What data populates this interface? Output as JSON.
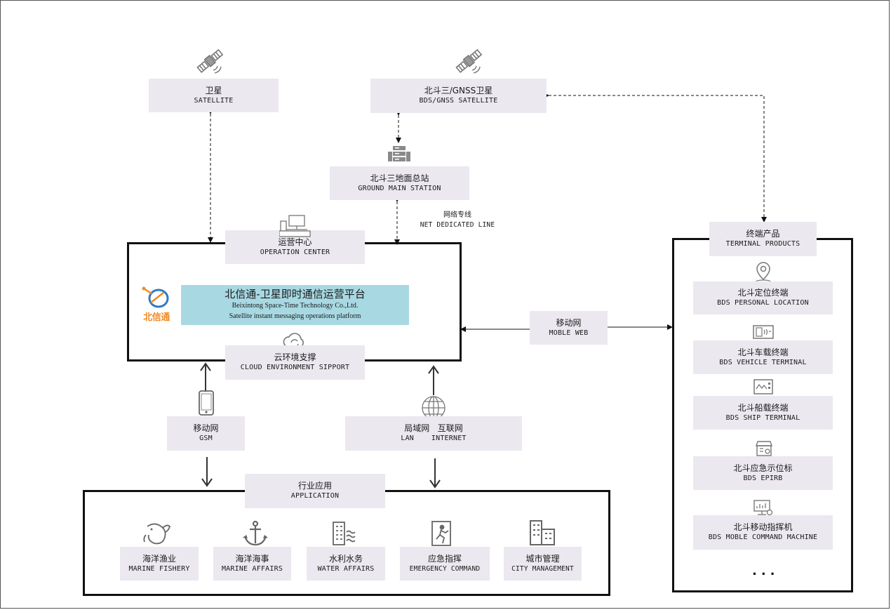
{
  "satellite": {
    "cn": "卫星",
    "en": "SATELLITE"
  },
  "bds_satellite": {
    "cn": "北斗三/GNSS卫星",
    "en": "BDS/GNSS SATELLITE"
  },
  "ground_station": {
    "cn": "北斗三地面总站",
    "en": "GROUND MAIN STATION"
  },
  "net_line": {
    "cn": "网络专线",
    "en": "NET DEDICATED LINE"
  },
  "operation_center": {
    "cn": "运营中心",
    "en": "OPERATION CENTER"
  },
  "platform": {
    "logo_text": "北信通",
    "title": "北信通-卫星即时通信运营平台",
    "subtitle": "Beixintong Space-Time Technology Co.,Ltd.",
    "tagline": "Satellite instant messaging operations platform"
  },
  "cloud": {
    "cn": "云环境支撑",
    "en": "CLOUD ENVIRONMENT SIPPORT"
  },
  "mobile_web": {
    "cn": "移动网",
    "en": "MOBLE WEB"
  },
  "gsm": {
    "cn": "移动网",
    "en": "GSM"
  },
  "lan": {
    "cn": "局域网   互联网",
    "en": "LAN    INTERNET"
  },
  "application": {
    "cn": "行业应用",
    "en": "APPLICATION"
  },
  "apps": [
    {
      "cn": "海洋渔业",
      "en": "MARINE FISHERY",
      "icon": "fish-icon"
    },
    {
      "cn": "海洋海事",
      "en": "MARINE AFFAIRS",
      "icon": "anchor-icon"
    },
    {
      "cn": "水利水务",
      "en": "WATER AFFAIRS",
      "icon": "water-building-icon"
    },
    {
      "cn": "应急指挥",
      "en": "EMERGENCY COMMAND",
      "icon": "emergency-exit-icon"
    },
    {
      "cn": "城市管理",
      "en": "CITY MANAGEMENT",
      "icon": "city-icon"
    }
  ],
  "terminal": {
    "cn": "终端产品",
    "en": "TERMINAL PRODUCTS"
  },
  "terminals": [
    {
      "cn": "北斗定位终端",
      "en": "BDS PERSONAL LOCATION",
      "icon": "location-pin-icon"
    },
    {
      "cn": "北斗车载终端",
      "en": "BDS VEHICLE TERMINAL",
      "icon": "vehicle-terminal-icon"
    },
    {
      "cn": "北斗船载终端",
      "en": "BDS SHIP TERMINAL",
      "icon": "ship-terminal-icon"
    },
    {
      "cn": "北斗应急示位标",
      "en": "BDS EPIRB",
      "icon": "epirb-icon"
    },
    {
      "cn": "北斗移动指挥机",
      "en": "BDS MOBLE COMMAND MACHINE",
      "icon": "command-machine-icon"
    }
  ],
  "ellipsis": "...",
  "colors": {
    "label_bg": "#ece8ef",
    "banner_bg": "#a8d9e3",
    "logo_orange": "#f08a24",
    "logo_blue": "#2e7bc4"
  }
}
